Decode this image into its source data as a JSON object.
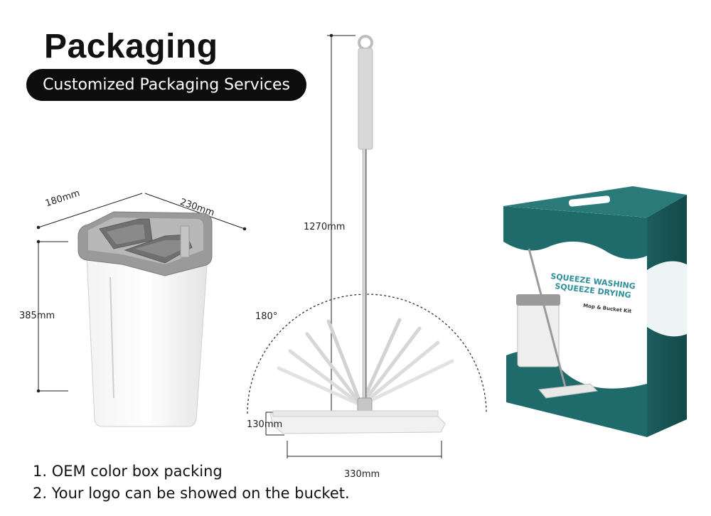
{
  "header": {
    "title": "Packaging",
    "subtitle": "Customized Packaging Services"
  },
  "bucket_dimensions": {
    "depth": "180mm",
    "width": "230mm",
    "height": "385mm"
  },
  "mop_dimensions": {
    "handle_length": "1270mm",
    "rotation": "180°",
    "head_height": "130mm",
    "head_width": "330mm"
  },
  "box_print": {
    "line1": "SQUEEZE WASHING",
    "line2": "SQUEEZE DRYING",
    "line3": "Mop & Bucket Kit"
  },
  "notes": [
    "1. OEM color box packing",
    "2. Your logo can be showed on the bucket."
  ],
  "colors": {
    "box_teal": "#1f6b6b",
    "pill_bg": "#0d0d0d",
    "bucket_gray": "#8e8e8e"
  }
}
